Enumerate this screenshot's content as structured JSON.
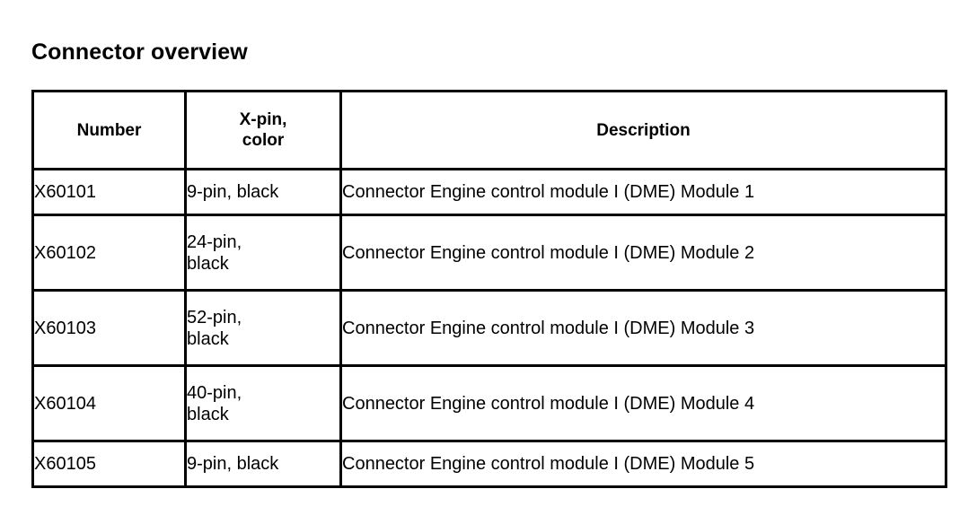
{
  "document": {
    "title": "Connector overview"
  },
  "table": {
    "headers": {
      "number": "Number",
      "xpin_line1": "X-pin,",
      "xpin_line2": "color",
      "description": "Description"
    },
    "rows": [
      {
        "number": "X60101",
        "xpin": "9-pin, black",
        "description": "Connector Engine control module I (DME) Module 1",
        "wraps": false
      },
      {
        "number": "X60102",
        "xpin": "24-pin, black",
        "description": "Connector Engine control module I (DME) Module 2",
        "wraps": true
      },
      {
        "number": "X60103",
        "xpin": "52-pin, black",
        "description": "Connector Engine control module I (DME) Module 3",
        "wraps": true
      },
      {
        "number": "X60104",
        "xpin": "40-pin, black",
        "description": "Connector Engine control module I (DME) Module 4",
        "wraps": true
      },
      {
        "number": "X60105",
        "xpin": "9-pin, black",
        "description": "Connector Engine control module I (DME) Module 5",
        "wraps": false
      }
    ]
  },
  "colors": {
    "background": "#ffffff",
    "text": "#000000",
    "border": "#000000"
  }
}
